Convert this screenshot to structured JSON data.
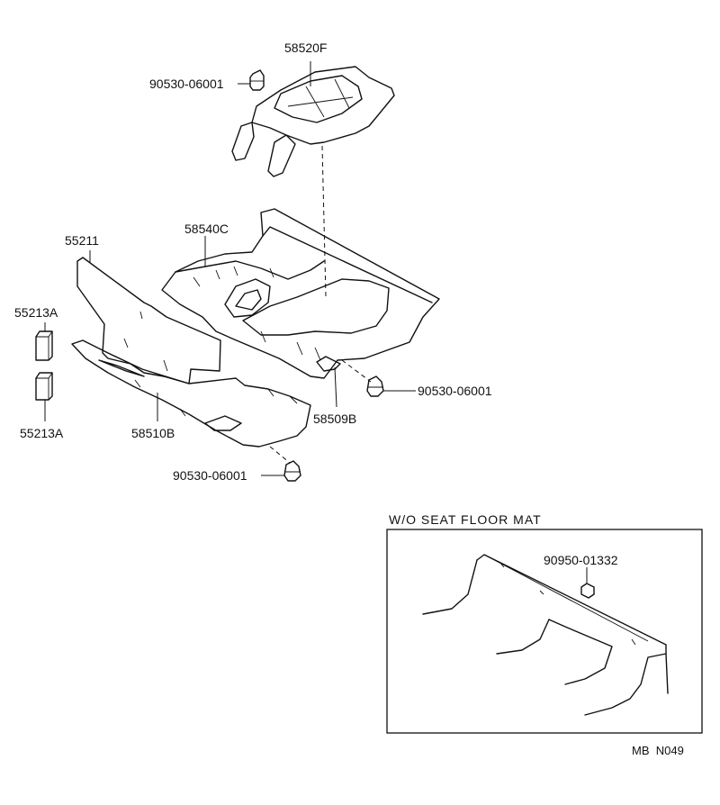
{
  "labels": {
    "part_58520F": "58520F",
    "part_90530_top": "90530-06001",
    "part_55211": "55211",
    "part_58540C": "58540C",
    "part_55213A_top": "55213A",
    "part_55213A_bottom": "55213A",
    "part_58510B": "58510B",
    "part_58509B": "58509B",
    "part_90530_right": "90530-06001",
    "part_90530_bottom": "90530-06001",
    "inset_title": "W/O SEAT FLOOR MAT",
    "part_90950": "90950-01332",
    "diagram_code": "MB  N049"
  }
}
